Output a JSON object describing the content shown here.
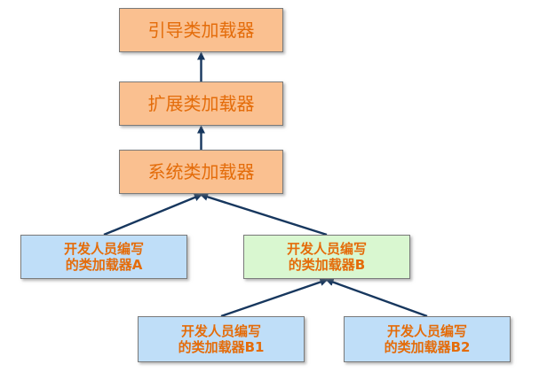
{
  "colors": {
    "system_loader_fill": "#fac090",
    "custom_loader_fill": "#bfdef8",
    "highlight_loader_fill": "#d9f7d0",
    "label_text": "#e46c0a",
    "arrow": "#17375e"
  },
  "nodes": {
    "bootstrap": {
      "label": "引导类加载器"
    },
    "extension": {
      "label": "扩展类加载器"
    },
    "system": {
      "label": "系统类加载器"
    },
    "custom_a": {
      "line1": "开发人员编写",
      "line2": "的类加载器A"
    },
    "custom_b": {
      "line1": "开发人员编写",
      "line2": "的类加载器B"
    },
    "custom_b1": {
      "line1": "开发人员编写",
      "line2": "的类加载器B1"
    },
    "custom_b2": {
      "line1": "开发人员编写",
      "line2": "的类加载器B2"
    }
  },
  "edges": [
    {
      "from": "extension",
      "to": "bootstrap"
    },
    {
      "from": "system",
      "to": "extension"
    },
    {
      "from": "custom_a",
      "to": "system"
    },
    {
      "from": "custom_b",
      "to": "system"
    },
    {
      "from": "custom_b1",
      "to": "custom_b"
    },
    {
      "from": "custom_b2",
      "to": "custom_b"
    }
  ]
}
